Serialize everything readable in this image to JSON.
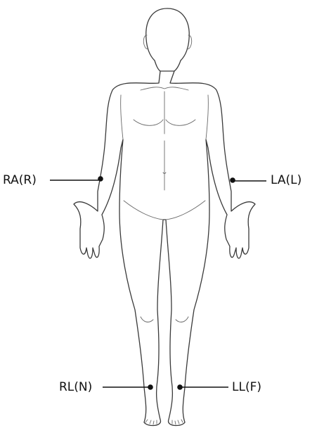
{
  "electrodes": {
    "right_arm": {
      "label": "RA(R)"
    },
    "left_arm": {
      "label": "LA(L)"
    },
    "right_leg": {
      "label": "RL(N)"
    },
    "left_leg": {
      "label": "LL(F)"
    }
  },
  "colors": {
    "outline": "#3a3a3a",
    "marker": "#111111",
    "background": "#ffffff"
  }
}
